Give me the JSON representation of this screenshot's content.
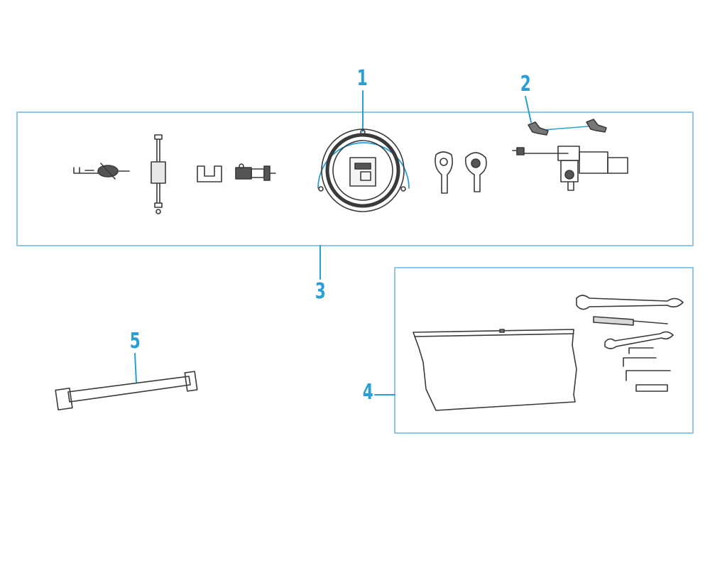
{
  "colors": {
    "accent": "#2a9fd6",
    "frame": "#8fc6e8",
    "line_art": "#3a3a3a"
  },
  "callouts": {
    "c1": "1",
    "c2": "2",
    "c3": "3",
    "c4": "4",
    "c5": "5"
  }
}
